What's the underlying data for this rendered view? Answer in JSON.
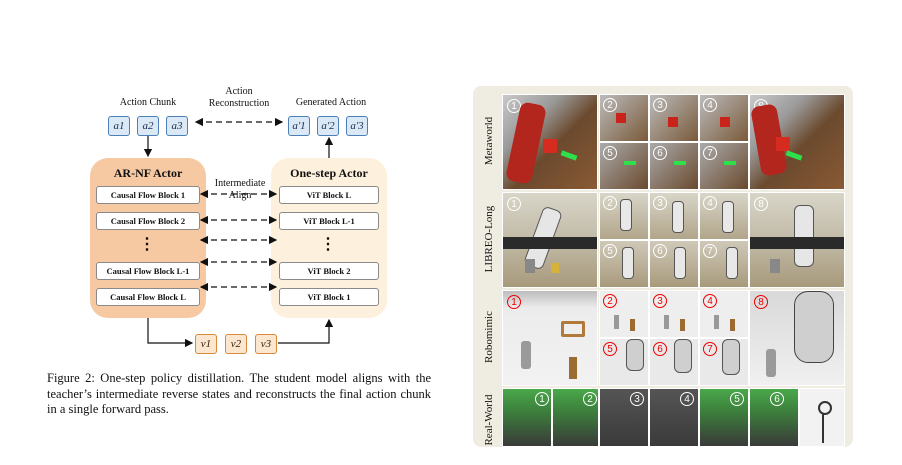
{
  "diagram": {
    "action_chunk_label": "Action Chunk",
    "action_reconstruction_label": "Action\nReconstruction",
    "generated_action_label": "Generated Action",
    "intermediate_align_label": "Intermediate\nAlign",
    "teacher_actions": [
      "a1",
      "a2",
      "a3"
    ],
    "student_actions": [
      "a'1",
      "a'2",
      "a'3"
    ],
    "latents": [
      "v1",
      "v2",
      "v3"
    ],
    "teacher": {
      "title": "AR-NF Actor",
      "blocks": [
        "Causal Flow Block 1",
        "Causal Flow Block 2",
        "⋮",
        "Causal Flow Block L-1",
        "Causal Flow Block L"
      ]
    },
    "student": {
      "title": "One-step Actor",
      "blocks": [
        "ViT Block L",
        "ViT Block L-1",
        "⋮",
        "ViT Block 2",
        "ViT Block 1"
      ]
    },
    "colors": {
      "teacher_fill": "#f6c9a3",
      "student_fill": "#fdf0dc",
      "action_fill": "#dbe8f6",
      "latent_fill": "#fbe6cf"
    }
  },
  "caption": "Figure 2: One-step policy distillation. The student model aligns with the teacher’s intermediate reverse states and reconstructs the final action chunk in a single forward pass.",
  "grid": {
    "rows": [
      {
        "label": "Metaworld",
        "numbers": [
          "1",
          "2",
          "3",
          "4",
          "5",
          "6",
          "7",
          "8"
        ],
        "style": "white"
      },
      {
        "label": "LIBREO-Long",
        "numbers": [
          "1",
          "2",
          "3",
          "4",
          "5",
          "6",
          "7",
          "8"
        ],
        "style": "white"
      },
      {
        "label": "Robomimic",
        "numbers": [
          "1",
          "2",
          "3",
          "4",
          "5",
          "6",
          "7",
          "8"
        ],
        "style": "red"
      },
      {
        "label": "Real-World",
        "numbers": [
          "1",
          "2",
          "3",
          "4",
          "5",
          "6"
        ],
        "style": "white"
      }
    ]
  }
}
